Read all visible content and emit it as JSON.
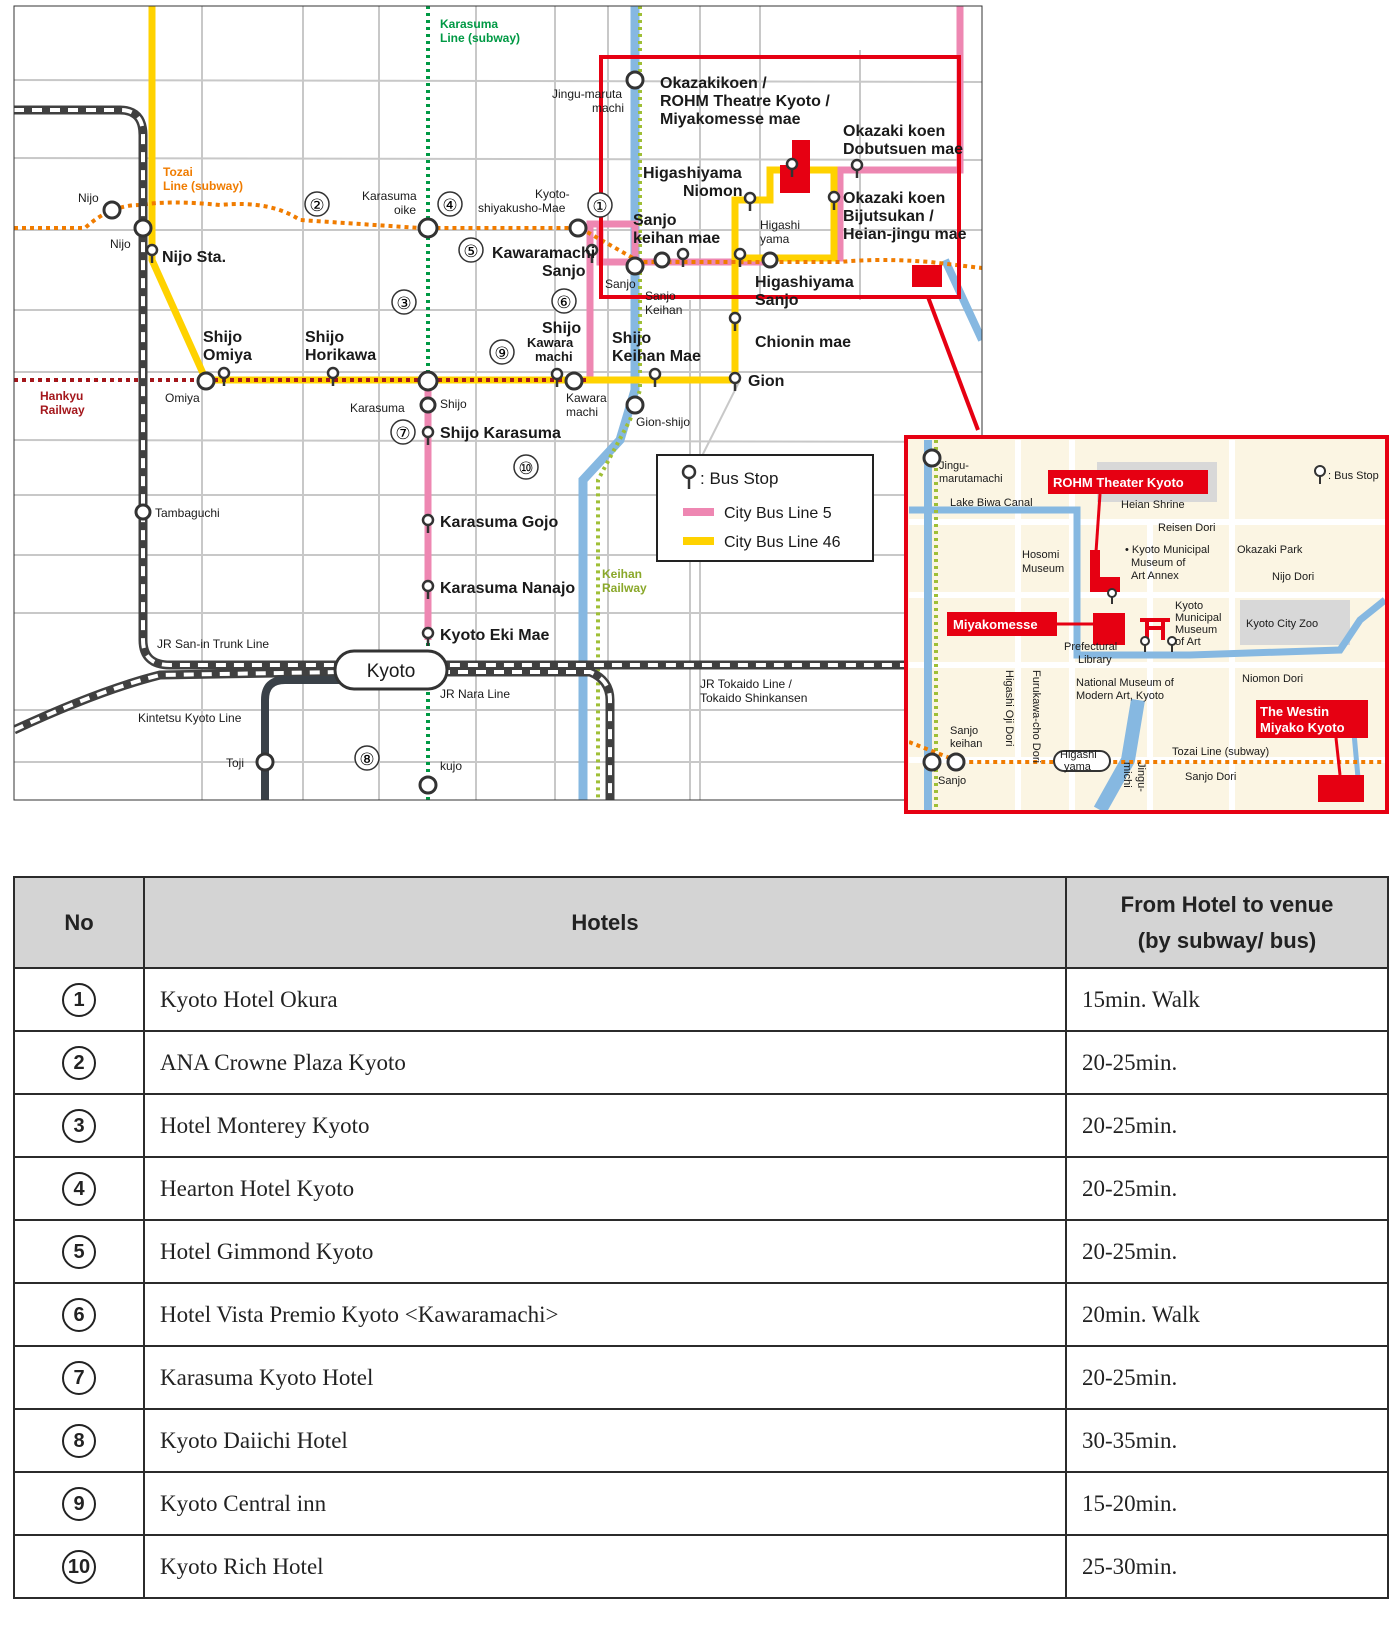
{
  "map": {
    "lines": {
      "karasuma": "Karasuma Line (subway)",
      "tozai": "Tozai Line (subway)",
      "hankyu": "Hankyu Railway",
      "keihan": "Keihan Railway",
      "jr_sanin": "JR San-in Trunk Line",
      "jr_nara": "JR Nara Line",
      "jr_tokaido": "JR Tokaido Line / Tokaido Shinkansen",
      "kintetsu": "Kintetsu Kyoto Line"
    },
    "stations": {
      "kyoto": "Kyoto",
      "nijo": "Nijo",
      "omiya": "Omiya",
      "karasuma_oike": "Karasuma oike",
      "kyoto_shiyakusho_mae": "Kyoto-shiyakusho-Mae",
      "jingu_marutamachi": "Jingu-marutamachi",
      "sanjo": "Sanjo",
      "sanjo_keihan": "Sanjo Keihan",
      "higashiyama": "Higashi yama",
      "karasuma": "Karasuma",
      "shijo": "Shijo",
      "kawaramachi": "Kawara machi",
      "gion_shijo": "Gion-shijo",
      "tambaguchi": "Tambaguchi",
      "toji": "Toji",
      "kujo": "kujo"
    },
    "bus_stops": {
      "okazakikoen": "Okazakikoen / ROHM Theatre Kyoto / Miyakomesse mae",
      "okazaki_dobutsuen": "Okazaki koen Dobutsuen mae",
      "higashiyama_niomon": "Higashiyama Niomon",
      "okazaki_bijutsukan": "Okazaki koen Bijutsukan / Heian-jingu mae",
      "sanjo_keihan_mae": "Sanjo keihan mae",
      "higashiyama_sanjo": "Higashiyama Sanjo",
      "kawaramachi_sanjo": "Kawaramachi Sanjo",
      "chionin_mae": "Chionin mae",
      "gion": "Gion",
      "shijo_keihan_mae": "Shijo Keihan Mae",
      "shijo_kawaramachi": "Shijo Kawara machi",
      "nijo_sta": "Nijo Sta.",
      "shijo_omiya": "Shijo Omiya",
      "shijo_horikawa": "Shijo Horikawa",
      "shijo_karasuma": "Shijo Karasuma",
      "karasuma_gojo": "Karasuma Gojo",
      "karasuma_nanajo": "Karasuma Nanajo",
      "kyoto_eki_mae": "Kyoto Eki Mae"
    },
    "hotel_markers": [
      "①",
      "②",
      "③",
      "④",
      "⑤",
      "⑥",
      "⑦",
      "⑧",
      "⑨",
      "⑩"
    ],
    "legend": {
      "bus_stop": ": Bus Stop",
      "bus5": "City Bus Line 5",
      "bus46": "City Bus Line 46",
      "color_bus5": "#ee87b2",
      "color_bus46": "#ffd200"
    },
    "colors": {
      "highlight_red": "#e60012",
      "tozai": "#f07c00",
      "karasuma": "#009944",
      "hankyu": "#a4171c",
      "keihan": "#9fbf36",
      "river": "#86b8e1",
      "jr": "#404040"
    },
    "inset": {
      "jingu_marutamachi": "Jingu- marutamachi",
      "lake_biwa_canal": "Lake Biwa Canal",
      "heian_shrine": "Heian Shrine",
      "reisen_dori": "Reisen Dori",
      "rohm_theater": "ROHM Theater Kyoto",
      "bus_stop": ": Bus Stop",
      "hosomi_museum": "Hosomi Museum",
      "municipal_museum_annex": "Kyoto Municipal Museum of Art Annex",
      "okazaki_park": "Okazaki Park",
      "nijo_dori": "Nijo Dori",
      "miyakomesse": "Miyakomesse",
      "municipal_museum": "Kyoto Municipal Museum of Art",
      "kyoto_city_zoo": "Kyoto City Zoo",
      "prefectural_library": "Prefectural Library",
      "modern_art": "National Museum of Modern Art, Kyoto",
      "niomon_dori": "Niomon Dori",
      "higashi_oji_dori": "Higashi Oji Dori",
      "furukawa_cho_dori": "Furukawa-cho Dori",
      "jingu_michi": "Jingu- michi",
      "westin": "The Westin Miyako Kyoto",
      "sanjo_keihan": "Sanjo keihan",
      "sanjo": "Sanjo",
      "higashiyama": "Higashi yama",
      "tozai_line": "Tozai Line (subway)",
      "sanjo_dori": "Sanjo Dori"
    }
  },
  "table": {
    "headers": {
      "no": "No",
      "hotels": "Hotels",
      "time_line1": "From Hotel to venue",
      "time_line2": "(by subway/ bus)"
    },
    "rows": [
      {
        "no": "1",
        "hotel": "Kyoto Hotel Okura",
        "time": "15min. Walk"
      },
      {
        "no": "2",
        "hotel": "ANA Crowne Plaza Kyoto",
        "time": "20-25min."
      },
      {
        "no": "3",
        "hotel": "Hotel Monterey Kyoto",
        "time": "20-25min."
      },
      {
        "no": "4",
        "hotel": "Hearton Hotel Kyoto",
        "time": "20-25min."
      },
      {
        "no": "5",
        "hotel": "Hotel Gimmond Kyoto",
        "time": "20-25min."
      },
      {
        "no": "6",
        "hotel": "Hotel Vista Premio Kyoto <Kawaramachi>",
        "time": "20min. Walk"
      },
      {
        "no": "7",
        "hotel": "Karasuma Kyoto Hotel",
        "time": "20-25min."
      },
      {
        "no": "8",
        "hotel": "Kyoto Daiichi Hotel",
        "time": "30-35min."
      },
      {
        "no": "9",
        "hotel": "Kyoto Central inn",
        "time": "15-20min."
      },
      {
        "no": "10",
        "hotel": "Kyoto Rich Hotel",
        "time": "25-30min."
      }
    ]
  }
}
